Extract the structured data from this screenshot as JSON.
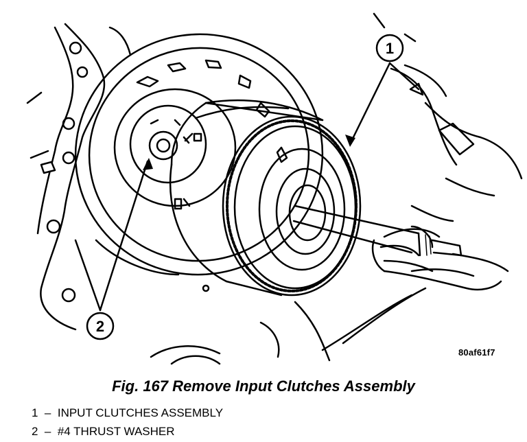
{
  "figure": {
    "caption": "Fig. 167 Remove Input Clutches Assembly",
    "image_code": "80af61f7",
    "callouts": [
      {
        "number": "1",
        "text": "INPUT CLUTCHES ASSEMBLY"
      },
      {
        "number": "2",
        "text": "#4 THRUST WASHER"
      }
    ],
    "legend_separator": "–"
  }
}
